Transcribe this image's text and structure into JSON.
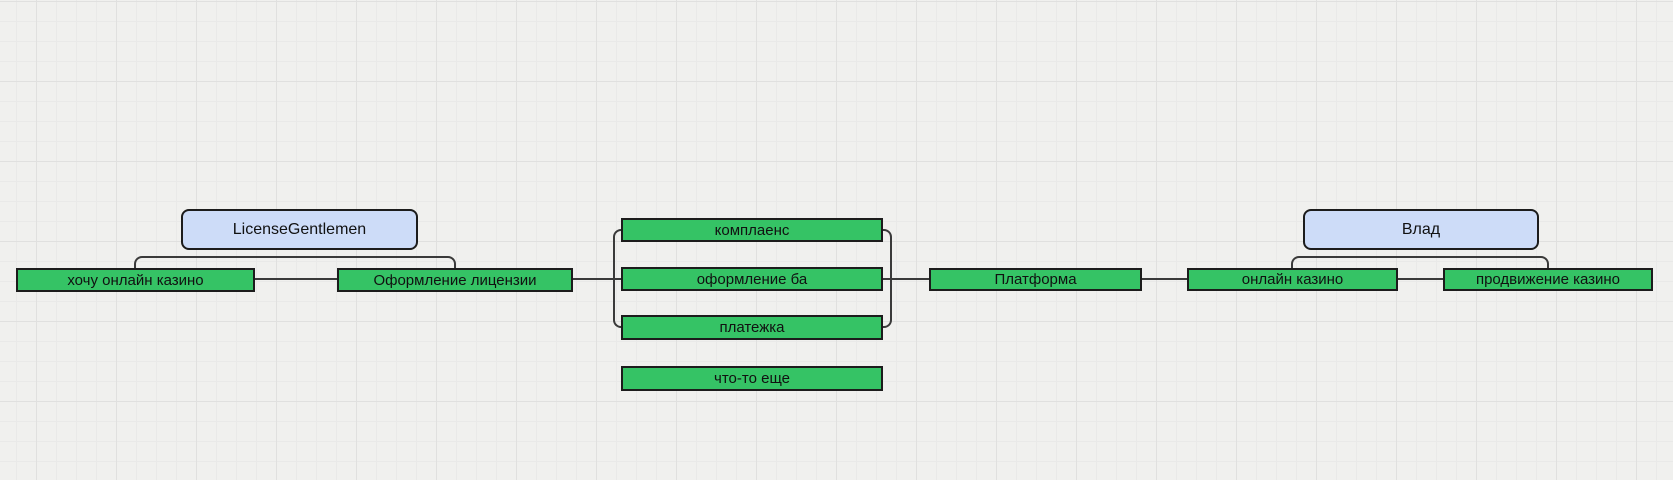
{
  "colors": {
    "canvas_bg": "#f0f0ee",
    "grid_minor": "#e9e9e8",
    "grid_major": "#e0e0df",
    "node_green": "#35c365",
    "node_blue": "#cddcf8",
    "node_border": "#1c1c1c",
    "connector": "#3a3a3a"
  },
  "nodes": {
    "license_gentlemen": {
      "label": "LicenseGentlemen",
      "type": "label",
      "color": "blue"
    },
    "want_online_casino": {
      "label": "хочу онлайн казино",
      "type": "step",
      "color": "green"
    },
    "license_processing": {
      "label": "Оформление лицензии",
      "type": "step",
      "color": "green"
    },
    "compliance": {
      "label": "комплаенс",
      "type": "step",
      "color": "green"
    },
    "bank_processing": {
      "label": "оформление ба",
      "type": "step",
      "color": "green"
    },
    "payments": {
      "label": "платежка",
      "type": "step",
      "color": "green"
    },
    "something_else": {
      "label": "что-то еще",
      "type": "step",
      "color": "green"
    },
    "platform": {
      "label": "Платформа",
      "type": "step",
      "color": "green"
    },
    "vlad": {
      "label": "Влад",
      "type": "label",
      "color": "blue"
    },
    "online_casino": {
      "label": "онлайн казино",
      "type": "step",
      "color": "green"
    },
    "casino_promotion": {
      "label": "продвижение казино",
      "type": "step",
      "color": "green"
    }
  }
}
